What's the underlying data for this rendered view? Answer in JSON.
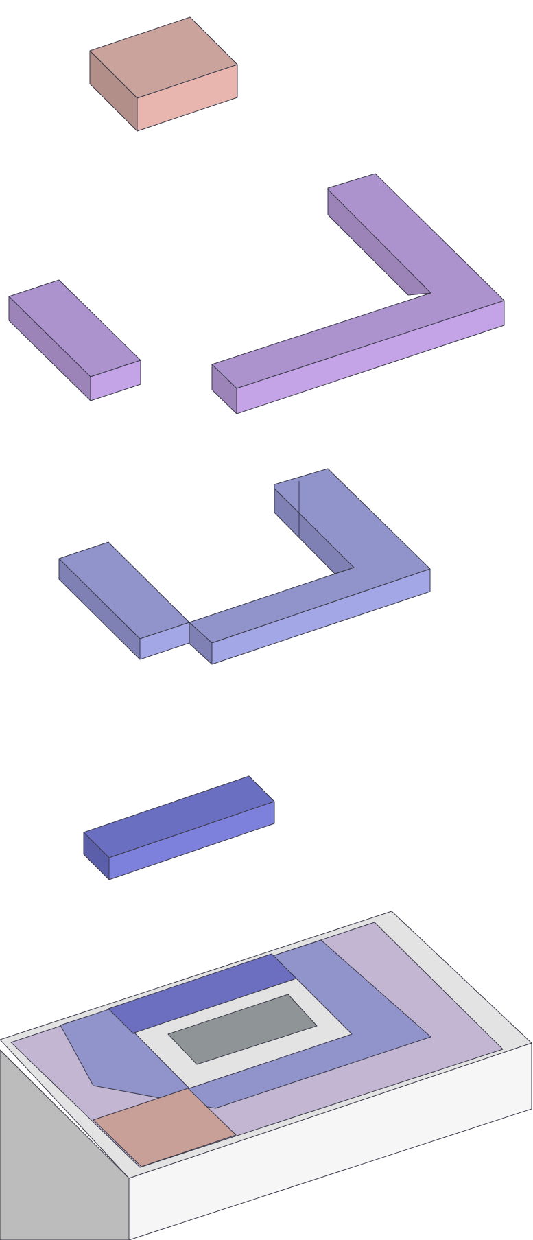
{
  "diagram": {
    "type": "exploded-isometric-massing",
    "layers": [
      {
        "id": "block-salmon",
        "color": {
          "top": "#c9a39c",
          "left": "#b38f8a",
          "right": "#e8b6ae"
        }
      },
      {
        "id": "purple-bar",
        "color": {
          "top": "#ad93ce",
          "left": "#9c84b8",
          "right": "#c4a4e6"
        }
      },
      {
        "id": "purple-l-shape",
        "color": {
          "top": "#ad93ce",
          "left": "#9c84b8",
          "right": "#c4a4e6"
        }
      },
      {
        "id": "blue-bar",
        "color": {
          "top": "#9194ca",
          "left": "#7f80b3",
          "right": "#a4a7e6"
        }
      },
      {
        "id": "blue-l-shape",
        "color": {
          "top": "#9194ca",
          "left": "#7f80b3",
          "right": "#a4a7e6"
        }
      },
      {
        "id": "indigo-bar",
        "color": {
          "top": "#6b6fc2",
          "left": "#5b5ea8",
          "right": "#7e81dc"
        }
      },
      {
        "id": "site-plan-base",
        "color": {
          "top": "#e3e3e3",
          "left": "#bcbcbc",
          "right": "#f6f6f6"
        }
      }
    ],
    "plan_zones": [
      {
        "id": "zone-lilac",
        "color": "#c3b6d2"
      },
      {
        "id": "zone-blue",
        "color": "#9193cb"
      },
      {
        "id": "zone-indigo",
        "color": "#6c6ec0"
      },
      {
        "id": "zone-light",
        "color": "#e3e3e3"
      },
      {
        "id": "zone-gray",
        "color": "#8f9496"
      },
      {
        "id": "zone-salmon",
        "color": "#c9a097"
      }
    ]
  }
}
